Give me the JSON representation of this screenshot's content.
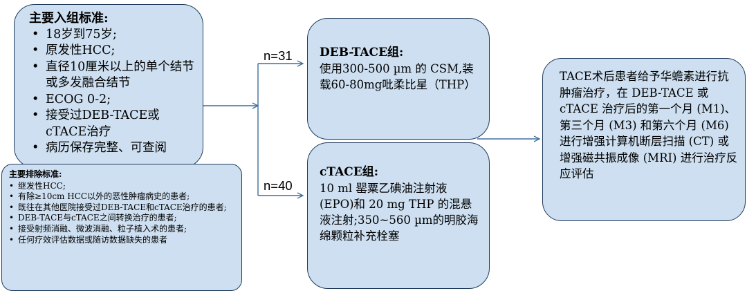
{
  "inclusion": {
    "title": "主要入组标准:",
    "items": [
      "18岁到75岁;",
      "原发性HCC;",
      "直径10厘米以上的单个结节或多发融合结节",
      "ECOG 0-2;",
      "接受过DEB-TACE或cTACE治疗",
      "病历保存完整、可查阅"
    ]
  },
  "exclusion": {
    "title": "主要排除标准:",
    "items": [
      "继发性HCC;",
      "有除≥10cm HCC以外的恶性肿瘤病史的患者;",
      "既往在其他医院接受过DEB-TACE和cTACE治疗的患者;",
      "DEB-TACE与cTACE之间转换治疗的患者;",
      "接受射频消融、微波消融、粒子植入术的患者;",
      "任何疗效评估数据或随访数据缺失的患者"
    ]
  },
  "groups": {
    "deb": {
      "n_label": "n=31",
      "title": "DEB-TACE组:",
      "body": "使用300-500 µm 的 CSM,装载60-80mg吡柔比星（THP）"
    },
    "ctace": {
      "n_label": "n=40",
      "title": "cTACE组:",
      "body": "10 ml 罂粟乙碘油注射液 (EPO)和 20 mg THP 的混悬液注射;350~560 µm的明胶海绵颗粒补充栓塞"
    }
  },
  "result": {
    "text": "TACE术后患者给予华蟾素进行抗肿瘤治疗，在 DEB-TACE 或 cTACE 治疗后的第一个月 (M1)、第三个月 (M3) 和第六个月 (M6) 进行增强计算机断层扫描 (CT) 或增强磁共振成像 (MRI) 进行治疗反应评估"
  }
}
